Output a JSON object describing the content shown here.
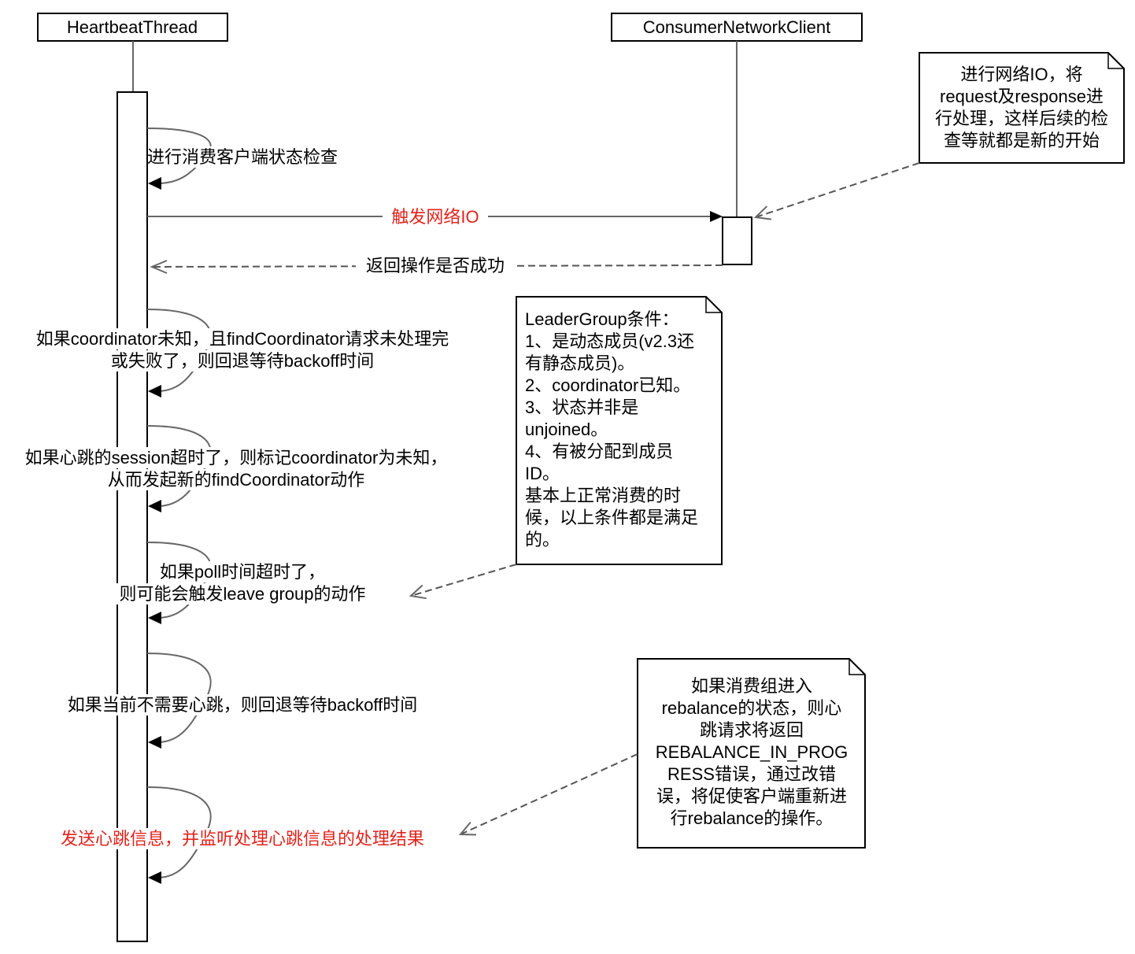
{
  "participants": {
    "heartbeat": "HeartbeatThread",
    "client": "ConsumerNetworkClient"
  },
  "messages": {
    "trigger_io": "触发网络IO",
    "return_result": "返回操作是否成功"
  },
  "self_calls": [
    {
      "lines": [
        "进行消费客户端状态检查"
      ],
      "color": "#000000"
    },
    {
      "lines": [
        "如果coordinator未知，且findCoordinator请求未处理完",
        "或失败了，则回退等待backoff时间"
      ],
      "color": "#000000"
    },
    {
      "lines": [
        "如果心跳的session超时了，则标记coordinator为未知，",
        "从而发起新的findCoordinator动作"
      ],
      "color": "#000000"
    },
    {
      "lines": [
        "如果poll时间超时了，",
        "则可能会触发leave group的动作"
      ],
      "color": "#000000"
    },
    {
      "lines": [
        "如果当前不需要心跳，则回退等待backoff时间"
      ],
      "color": "#000000"
    },
    {
      "lines": [
        "发送心跳信息，并监听处理心跳信息的处理结果"
      ],
      "color": "#e0231c"
    }
  ],
  "notes": {
    "network_io": [
      "进行网络IO，将",
      "request及response进",
      "行处理，这样后续的检",
      "查等就都是新的开始"
    ],
    "leader_group": [
      "LeaderGroup条件：",
      "1、是动态成员(v2.3还",
      "有静态成员)。",
      "2、coordinator已知。",
      "3、状态并非是",
      "unjoined。",
      "4、有被分配到成员",
      "ID。",
      "基本上正常消费的时",
      "候，以上条件都是满足",
      "的。"
    ],
    "rebalance": [
      "如果消费组进入",
      "rebalance的状态，则心",
      "跳请求将返回",
      "REBALANCE_IN_PROG",
      "RESS错误，通过改错",
      "误，将促使客户端重新进",
      "行rebalance的操作。"
    ]
  }
}
